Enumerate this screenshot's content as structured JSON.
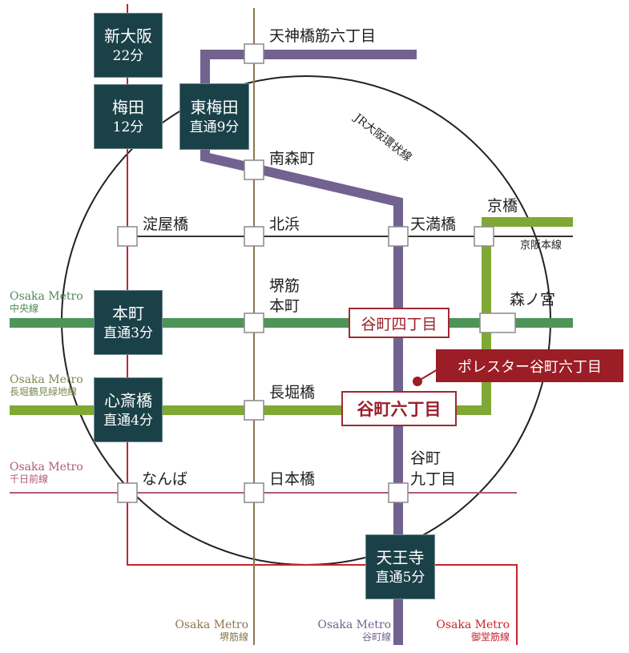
{
  "colors": {
    "midosuji": "#c8232c",
    "sakaisuji": "#8c7650",
    "tanimachi": "#72628f",
    "chuo": "#4e9459",
    "nagahori": "#7fa834",
    "sennichimae": "#b05a7a",
    "keihan": "#333333",
    "jr_loop": "#222222",
    "major_box": "#1b4148",
    "highlight": "#9b1d26"
  },
  "lines": {
    "jr_loop": "JR大阪環状線",
    "keihan": "京阪本線",
    "chuo": {
      "operator": "Osaka Metro",
      "name": "中央線"
    },
    "nagahori": {
      "operator": "Osaka Metro",
      "name": "長堀鶴見緑地線"
    },
    "sennichimae": {
      "operator": "Osaka Metro",
      "name": "千日前線"
    },
    "sakaisuji": {
      "operator": "Osaka Metro",
      "name": "堺筋線"
    },
    "tanimachi": {
      "operator": "Osaka Metro",
      "name": "谷町線"
    },
    "midosuji": {
      "operator": "Osaka Metro",
      "name": "御堂筋線"
    }
  },
  "major_stations": {
    "shin_osaka": {
      "name": "新大阪",
      "time": "22分"
    },
    "umeda": {
      "name": "梅田",
      "time": "12分"
    },
    "higashi_umeda": {
      "name": "東梅田",
      "time": "直通9分"
    },
    "honmachi": {
      "name": "本町",
      "time": "直通3分"
    },
    "shinsaibashi": {
      "name": "心斎橋",
      "time": "直通4分"
    },
    "tennoji": {
      "name": "天王寺",
      "time": "直通5分"
    }
  },
  "stations": {
    "tenjinbashi": "天神橋筋六丁目",
    "minamimorimachi": "南森町",
    "yodoyabashi": "淀屋橋",
    "kitahama": "北浜",
    "temmabashi": "天満橋",
    "kyobashi": "京橋",
    "sakaisuji_honmachi_1": "堺筋",
    "sakaisuji_honmachi_2": "本町",
    "morinomiya": "森ノ宮",
    "nagahoribashi": "長堀橋",
    "namba": "なんば",
    "nipponbashi": "日本橋",
    "tanimachi9_1": "谷町",
    "tanimachi9_2": "九丁目"
  },
  "highlighted_stations": {
    "tanimachi4": "谷町四丁目",
    "tanimachi6": "谷町六丁目"
  },
  "property": {
    "name": "ポレスター谷町六丁目"
  }
}
